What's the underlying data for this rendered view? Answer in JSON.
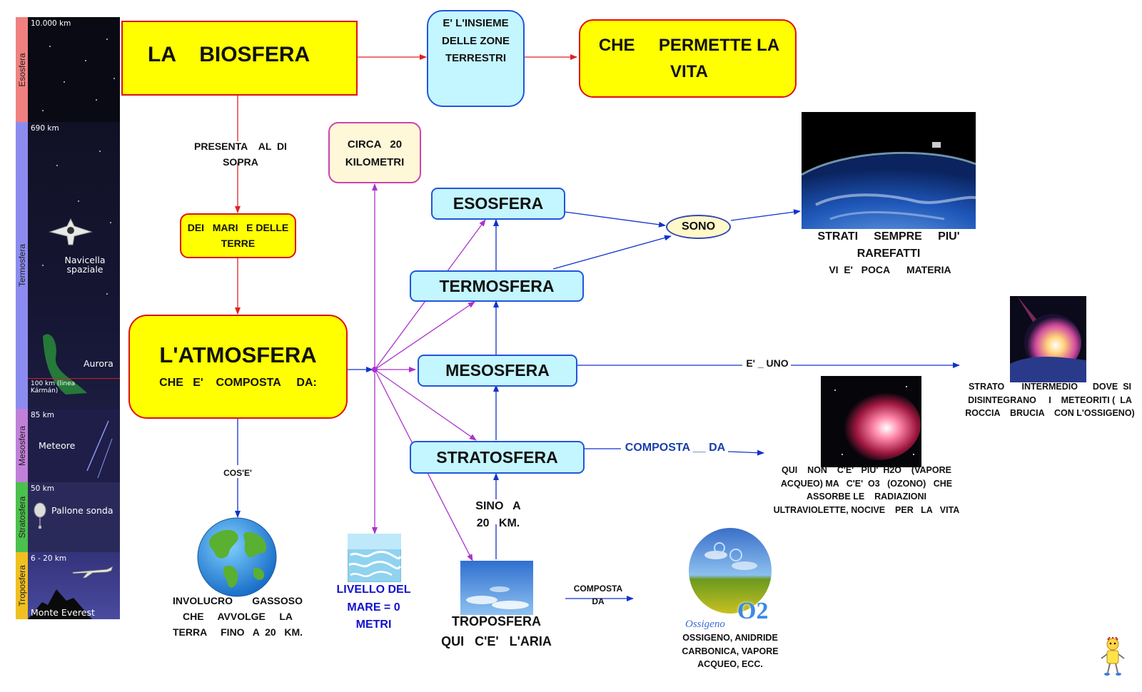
{
  "left_column": {
    "layers": [
      {
        "name": "Esosfera",
        "altitude": "10.000 km",
        "tag_color": "#f08080"
      },
      {
        "name": "Termosfera",
        "altitude": "690 km",
        "tag_color": "#8c8cf0"
      },
      {
        "name": "Mesosfera",
        "altitude": "85 km",
        "tag_color": "#c080d8"
      },
      {
        "name": "Stratosfera",
        "altitude": "50 km",
        "tag_color": "#4cc04c"
      },
      {
        "name": "Troposfera",
        "altitude": "6 - 20 km",
        "tag_color": "#f0c020"
      }
    ],
    "labels": {
      "spacecraft": "Navicella spaziale",
      "aurora": "Aurora",
      "karman": "100 km (linea Kármán)",
      "meteors": "Meteore",
      "balloon": "Pallone sonda",
      "everest": "Monte Everest"
    }
  },
  "nodes": {
    "biosfera": "LA    BIOSFERA",
    "insieme": "E' L'INSIEME DELLE ZONE TERRESTRI",
    "permette": "CHE     PERMETTE LA   VITA",
    "presenta": "PRESENTA    AL  DI SOPRA",
    "mari": "DEI   MARI   E DELLE    TERRE",
    "atmosfera_title": "L'ATMOSFERA",
    "atmosfera_sub": "CHE   E'    COMPOSTA     DA:",
    "cose": "COS'E'",
    "involucro": "INVOLUCRO       GASSOSO CHE     AVVOLGE     LA TERRA     FINO   A  20   KM.",
    "circa": "CIRCA   20 KILOMETRI",
    "livello": "LIVELLO DEL MARE =  0   METRI",
    "esosfera": "ESOSFERA",
    "termosfera": "TERMOSFERA",
    "mesosfera": "MESOSFERA",
    "stratosfera": "STRATOSFERA",
    "sino": "SINO   A 20   KM.",
    "troposfera": "TROPOSFERA",
    "aria": "QUI   C'E'   L'ARIA",
    "sono": "SONO",
    "strati": "STRATI     SEMPRE     PIU' RAREFATTI",
    "poca": "VI  E'   POCA      MATERIA",
    "e_uno": "E' _ UNO",
    "strato_intermedio": "STRATO       INTERMEDIO      DOVE  SI DISINTEGRANO     I    METEORITI (  LA   ROCCIA    BRUCIA    CON L'OSSIGENO)",
    "composta_da_strato": "COMPOSTA __ DA",
    "ozono": "QUI    NON    C'E'   PIU'  H2O    (VAPORE ACQUEO) MA   C'E'  O3   (OZONO)   CHE    ASSORBE LE    RADIAZIONI       ULTRAVIOLETTE, NOCIVE    PER   LA   VITA",
    "composta_da_tropo": "COMPOSTA DA",
    "ossigeno_list": "OSSIGENO, ANIDRIDE     CARBONICA, VAPORE     ACQUEO, ECC.",
    "ossigeno_logo": "Ossigeno",
    "o2": "O2"
  },
  "colors": {
    "yellow": "#ffff00",
    "cyan": "#c4f6ff",
    "cyan_border": "#2255dd",
    "red_border": "#dd1111",
    "red_arrow": "#dd2222",
    "blue_arrow": "#1133cc",
    "purple_arrow": "#aa33cc",
    "circa_fill": "#fff8d8",
    "circa_border": "#cc44aa",
    "dark_blue_text": "#1a3faa"
  },
  "icons": [
    "spacecraft-icon",
    "aurora-icon",
    "meteor-icon",
    "balloon-icon",
    "airplane-icon",
    "mountain-icon",
    "earth-icon",
    "sea-icon",
    "sky-icon",
    "space-earth-icon",
    "meteorite-icon",
    "nebula-icon",
    "oxygen-icon",
    "mascot-icon"
  ]
}
